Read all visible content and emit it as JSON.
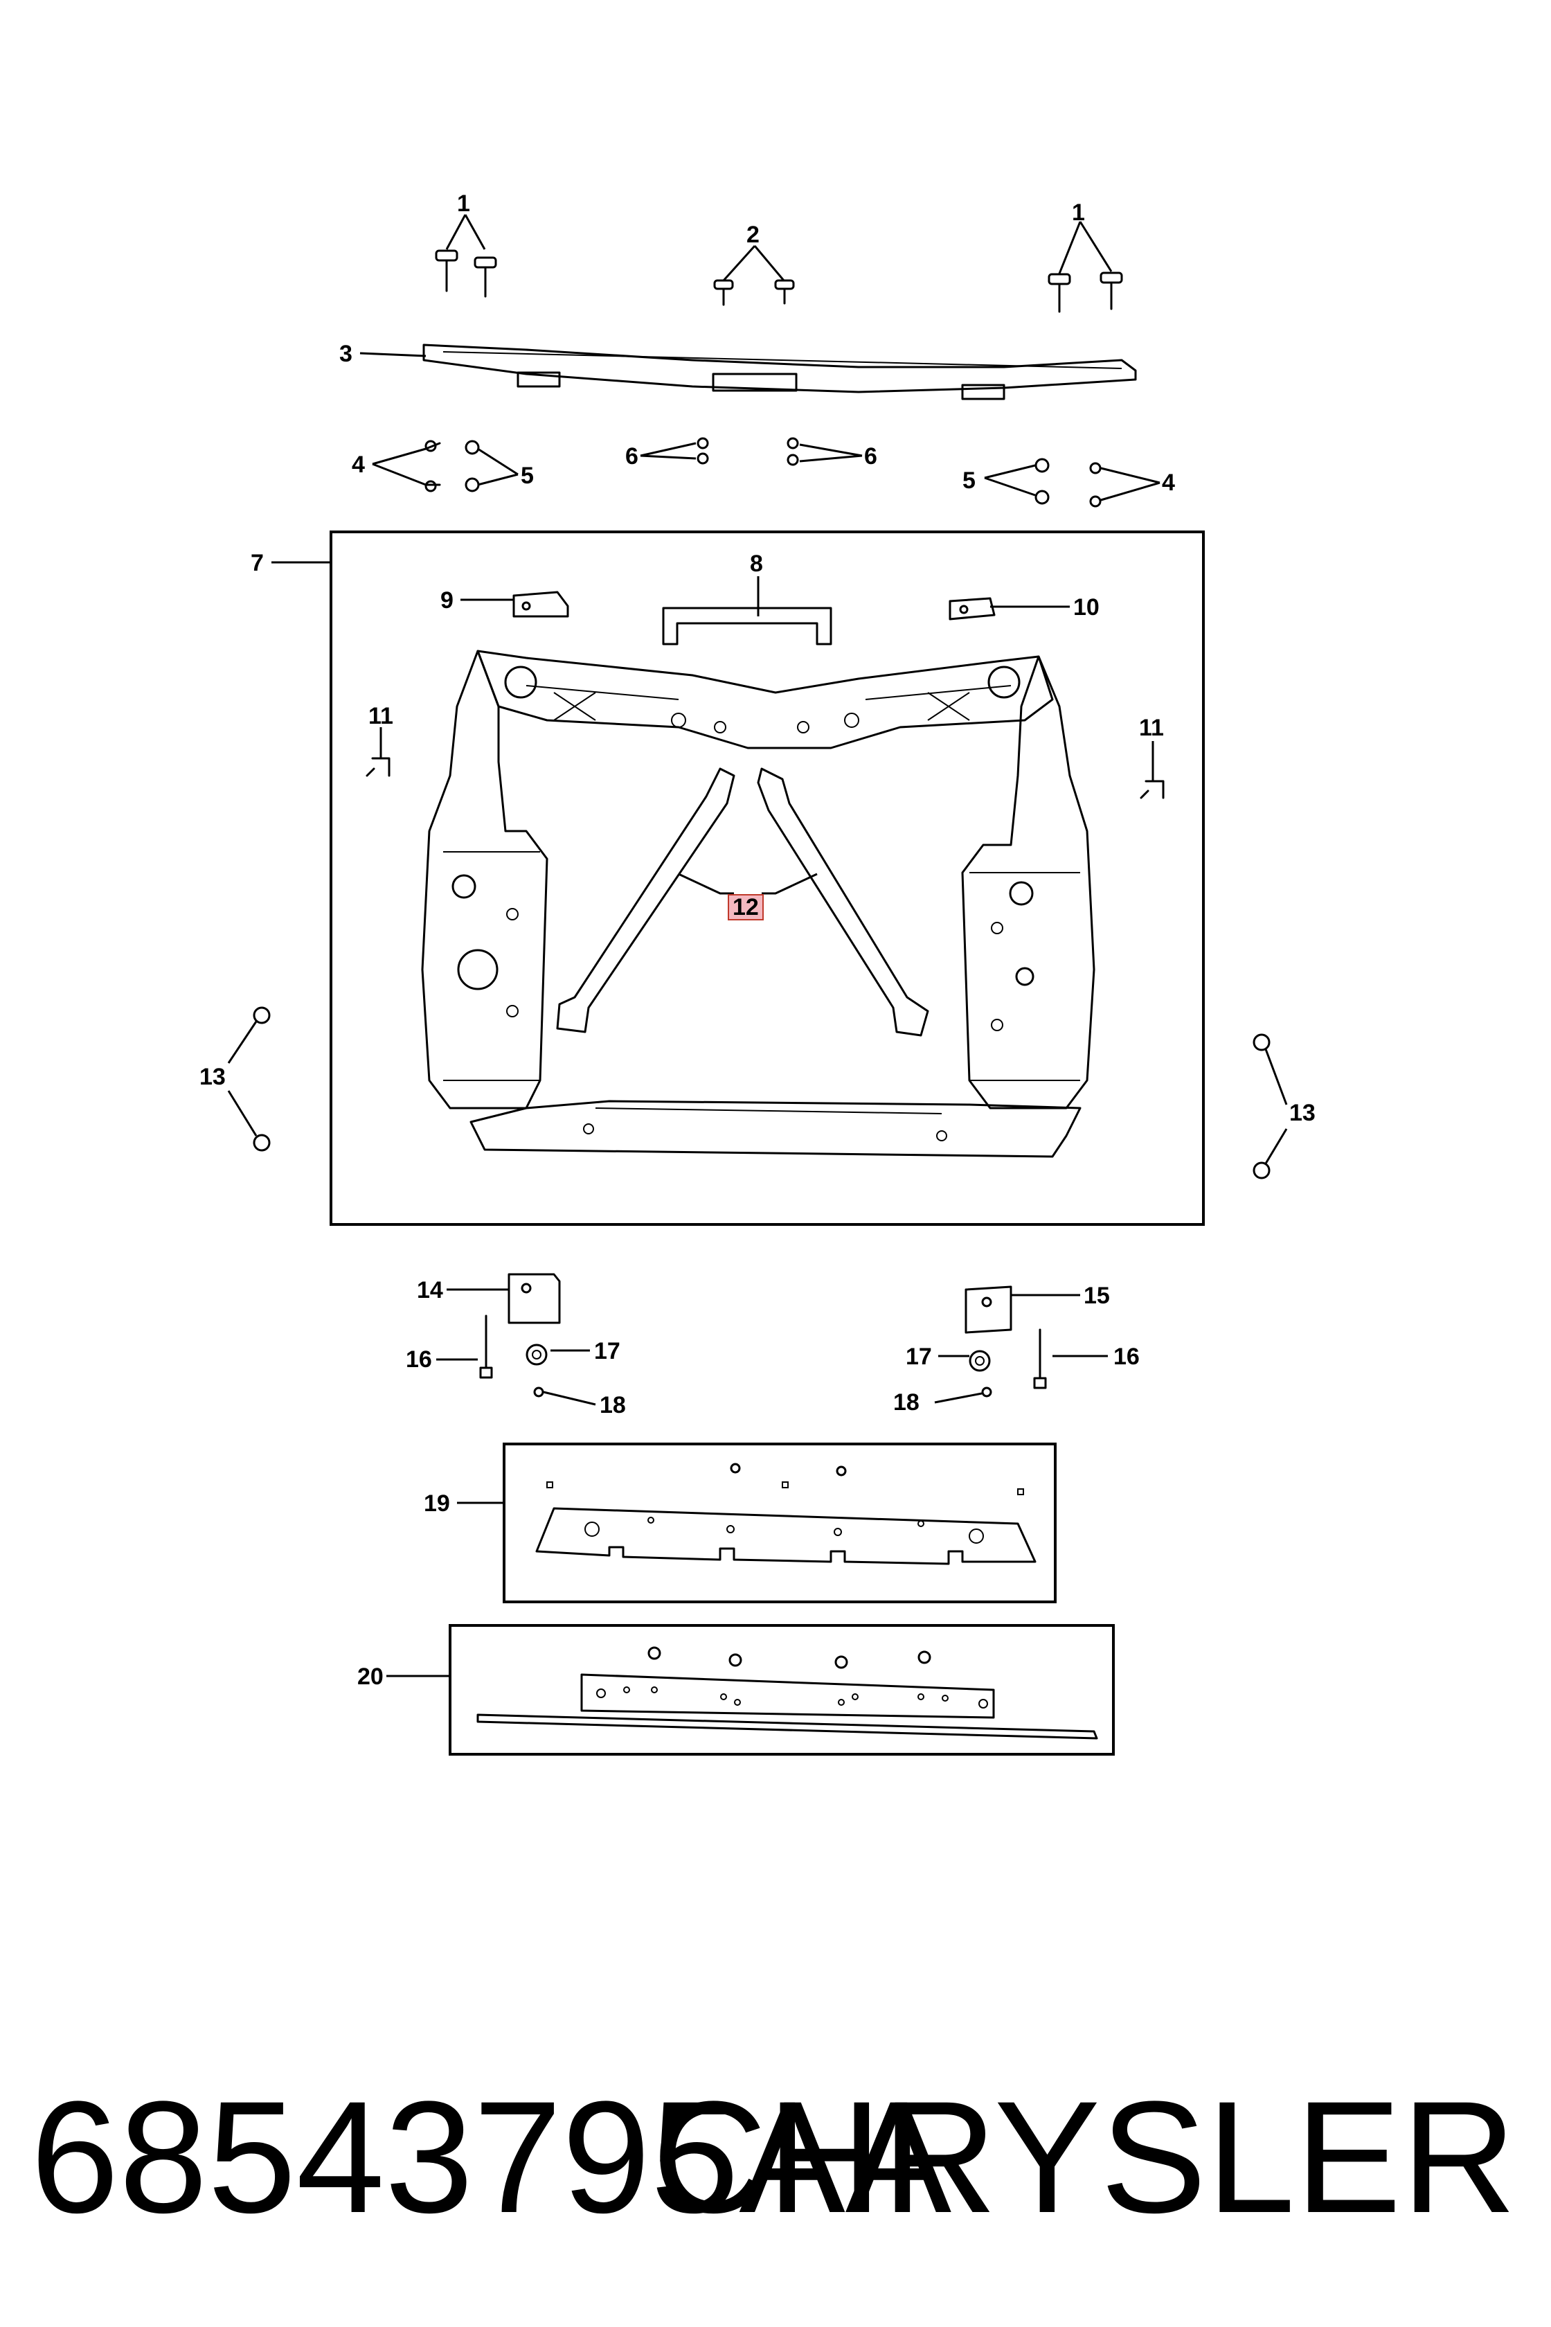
{
  "diagram": {
    "callouts": {
      "c1a": "1",
      "c2": "2",
      "c1b": "1",
      "c3": "3",
      "c4a": "4",
      "c5a": "5",
      "c6a": "6",
      "c6b": "6",
      "c5b": "5",
      "c4b": "4",
      "c7": "7",
      "c8": "8",
      "c9": "9",
      "c10": "10",
      "c11a": "11",
      "c11b": "11",
      "c12": "12",
      "c13a": "13",
      "c13b": "13",
      "c14": "14",
      "c15": "15",
      "c16a": "16",
      "c17a": "17",
      "c17b": "17",
      "c16b": "16",
      "c18a": "18",
      "c18b": "18",
      "c19": "19",
      "c20": "20"
    },
    "highlight_color": "#f4b8c0"
  },
  "footer": {
    "part_number": "68543795AA",
    "brand": "CHRYSLER"
  }
}
